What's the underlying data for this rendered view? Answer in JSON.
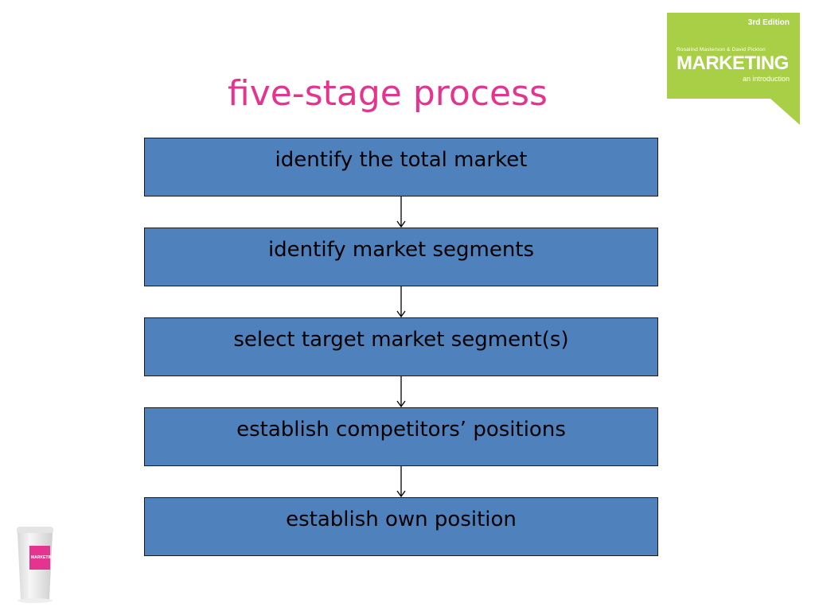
{
  "slide": {
    "title": "five-stage process"
  },
  "logo": {
    "edition": "3rd Edition",
    "authors": "Rosalind Masterson & David Pickton",
    "title": "MARKETING",
    "subtitle": "an introduction",
    "color": "#a8cf45"
  },
  "cup": {
    "label": "MARKETING",
    "color": "#e5348f"
  },
  "process": {
    "steps": [
      {
        "label": "identify the total market"
      },
      {
        "label": "identify market segments"
      },
      {
        "label": "select target market segment(s)"
      },
      {
        "label": "establish competitors’ positions"
      },
      {
        "label": "establish own position"
      }
    ],
    "box_color": "#4f81bd",
    "title_color": "#e5348f"
  }
}
